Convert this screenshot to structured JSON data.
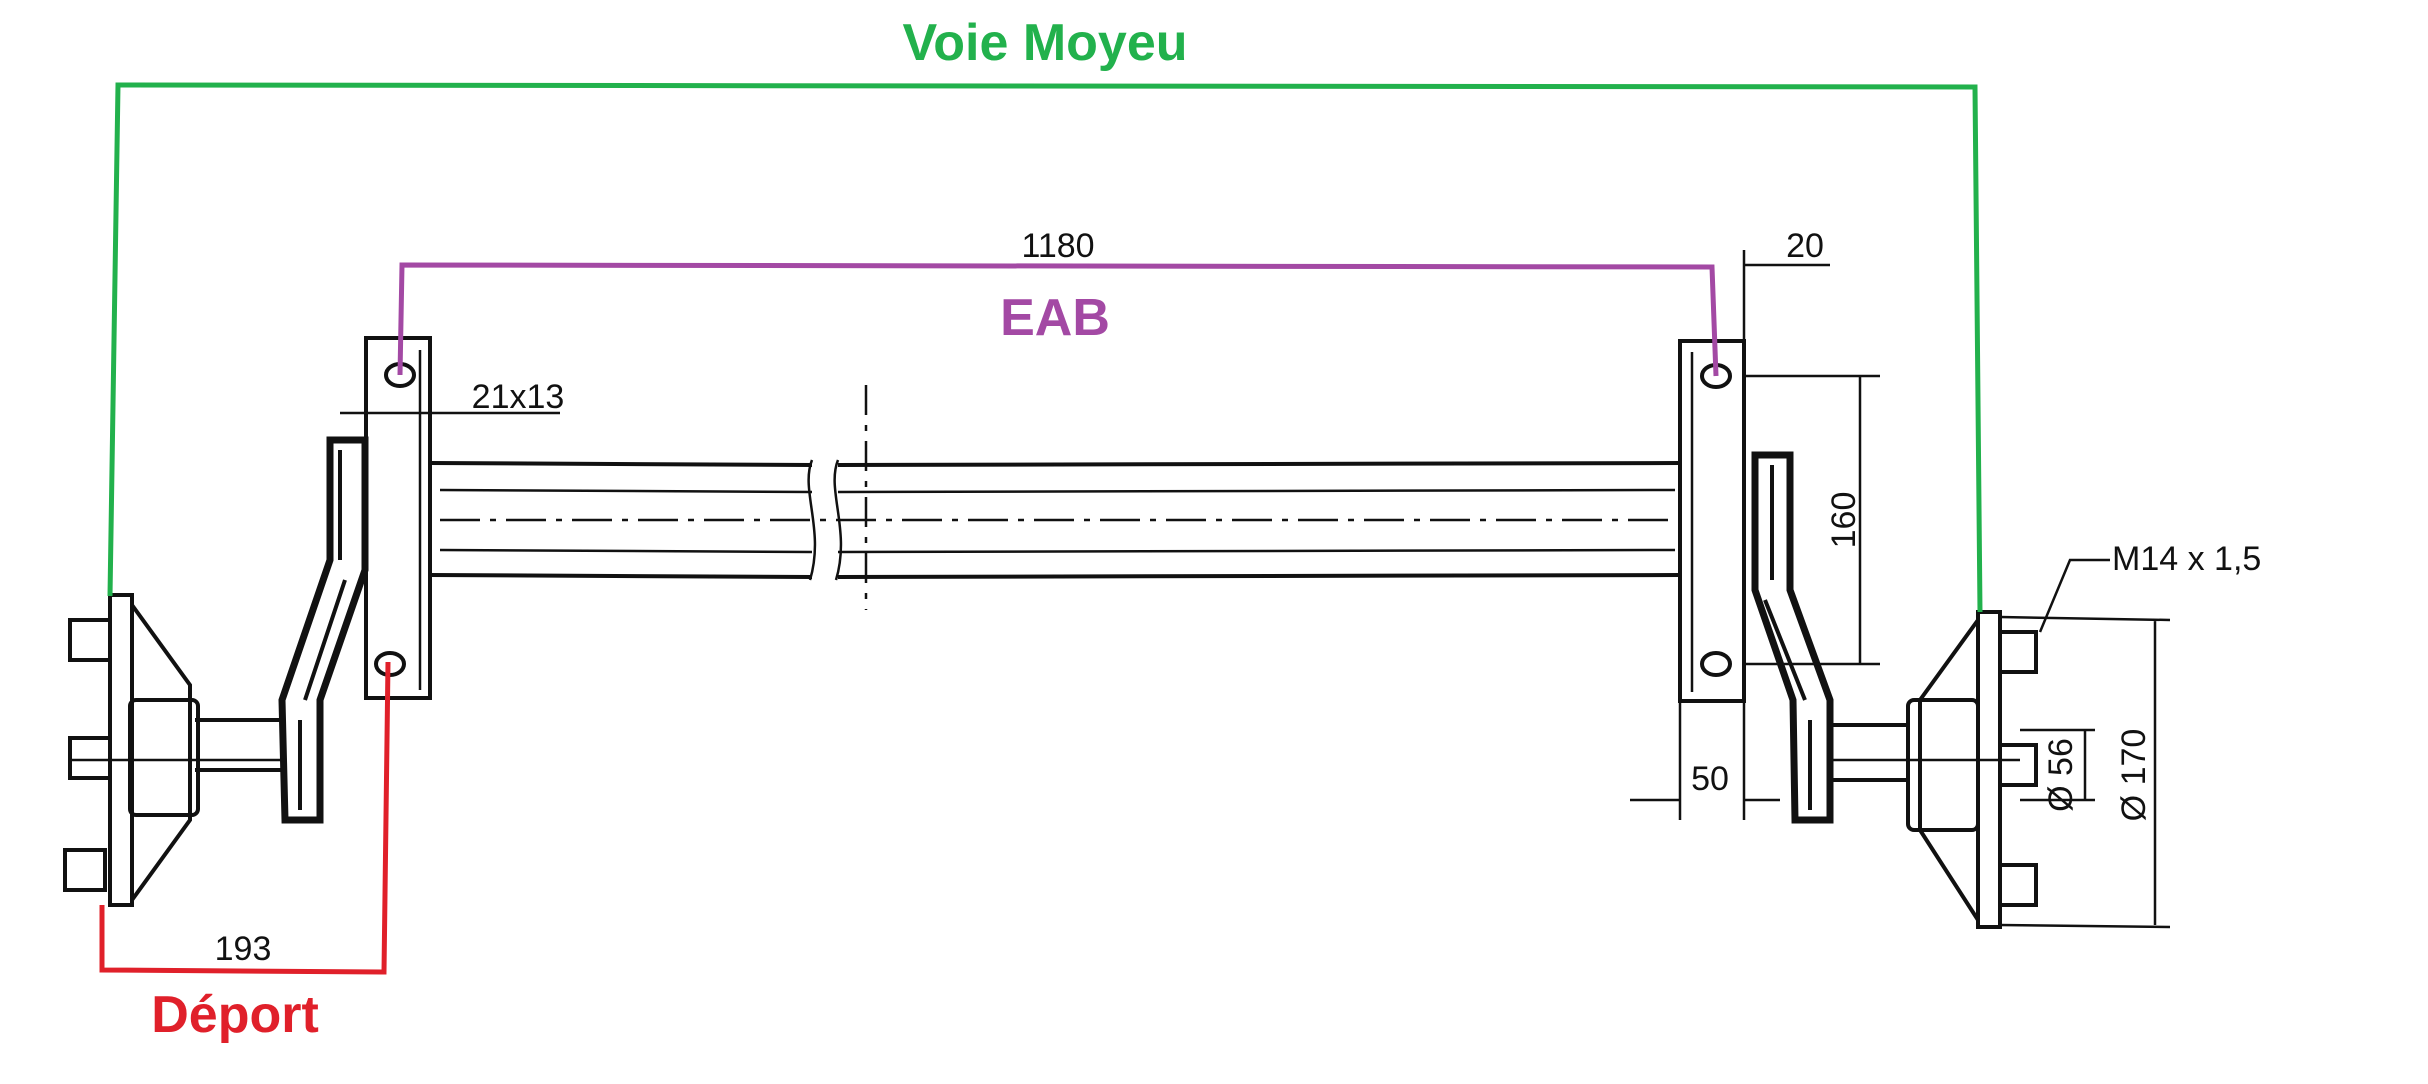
{
  "labels": {
    "voie_moyeu": "Voie Moyeu",
    "eab": "EAB",
    "deport": "Déport"
  },
  "dimensions": {
    "eab_length": "1180",
    "bracket_offset": "20",
    "slot_size": "21x13",
    "hole_spacing": "160",
    "bracket_width": "50",
    "deport_value": "193",
    "stud_thread": "M14 x 1,5",
    "center_bore": "Ø 56",
    "bolt_circle": "Ø 170"
  },
  "colors": {
    "voie_moyeu": "#22b14c",
    "eab": "#a349a4",
    "deport": "#e0202a",
    "drawing": "#111111"
  }
}
